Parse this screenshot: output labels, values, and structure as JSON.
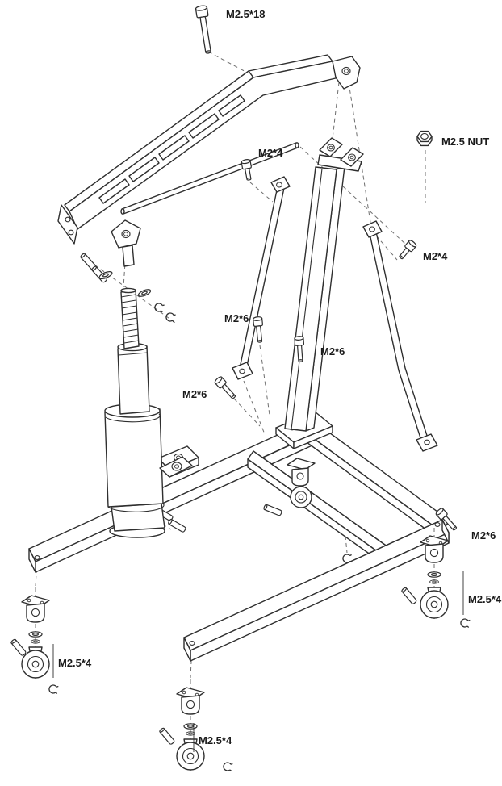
{
  "diagram": {
    "subject": "Exploded assembly diagram of a shop-crane model kit",
    "colors": {
      "background": "#ffffff",
      "line": "#2f2f2f",
      "dash": "#6e6e6e",
      "label": "#1a1a1a"
    },
    "labels": [
      {
        "id": "top-bolt",
        "text": "M2.5*18"
      },
      {
        "id": "nut",
        "text": "M2.5 NUT"
      },
      {
        "id": "bolt-upper-center",
        "text": "M2*4"
      },
      {
        "id": "bolt-right",
        "text": "M2*4"
      },
      {
        "id": "bolt-brace-left",
        "text": "M2*6"
      },
      {
        "id": "bolt-brace-mid",
        "text": "M2*6"
      },
      {
        "id": "bolt-lower-left",
        "text": "M2*6"
      },
      {
        "id": "bolt-frame-right",
        "text": "M2*6"
      },
      {
        "id": "caster-right",
        "text": "M2.5*4"
      },
      {
        "id": "caster-left",
        "text": "M2.5*4"
      },
      {
        "id": "caster-bottom",
        "text": "M2.5*4"
      }
    ],
    "parts": [
      "hex-bolt",
      "hex-nut",
      "boom-arm",
      "handle-rod",
      "lift-ram",
      "mast",
      "left-brace",
      "right-brace",
      "base-frame",
      "swivel-caster",
      "washer",
      "e-clip",
      "axle-pin"
    ]
  }
}
